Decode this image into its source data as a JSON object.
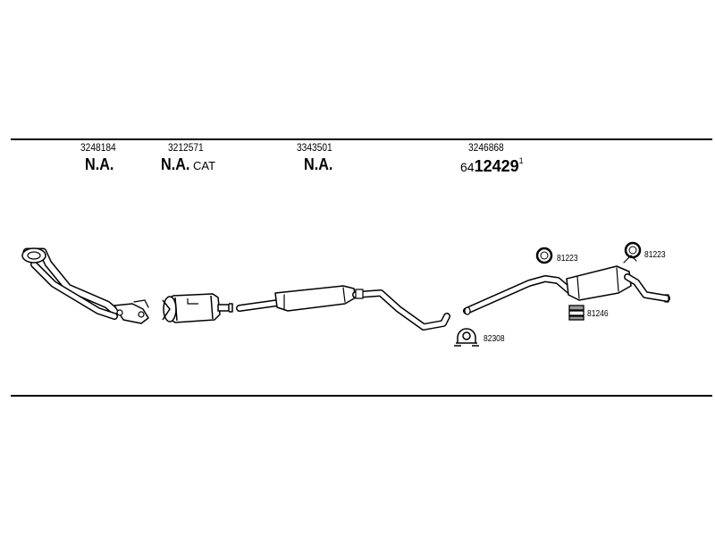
{
  "parts": [
    {
      "ref": "3248184",
      "code": "N.A."
    },
    {
      "ref": "3212571",
      "code": "N.A.",
      "suffix": "CAT"
    },
    {
      "ref": "3343501",
      "code": "N.A."
    },
    {
      "ref": "3246868",
      "prefix": "64",
      "code": "12429",
      "sup": "1"
    }
  ],
  "accessories": {
    "ring_a": "81223",
    "ring_b": "81223",
    "hanger": "81246",
    "clamp": "82308"
  },
  "colors": {
    "line": "#000000",
    "fill": "#ffffff",
    "shade": "#9a9a9a"
  }
}
